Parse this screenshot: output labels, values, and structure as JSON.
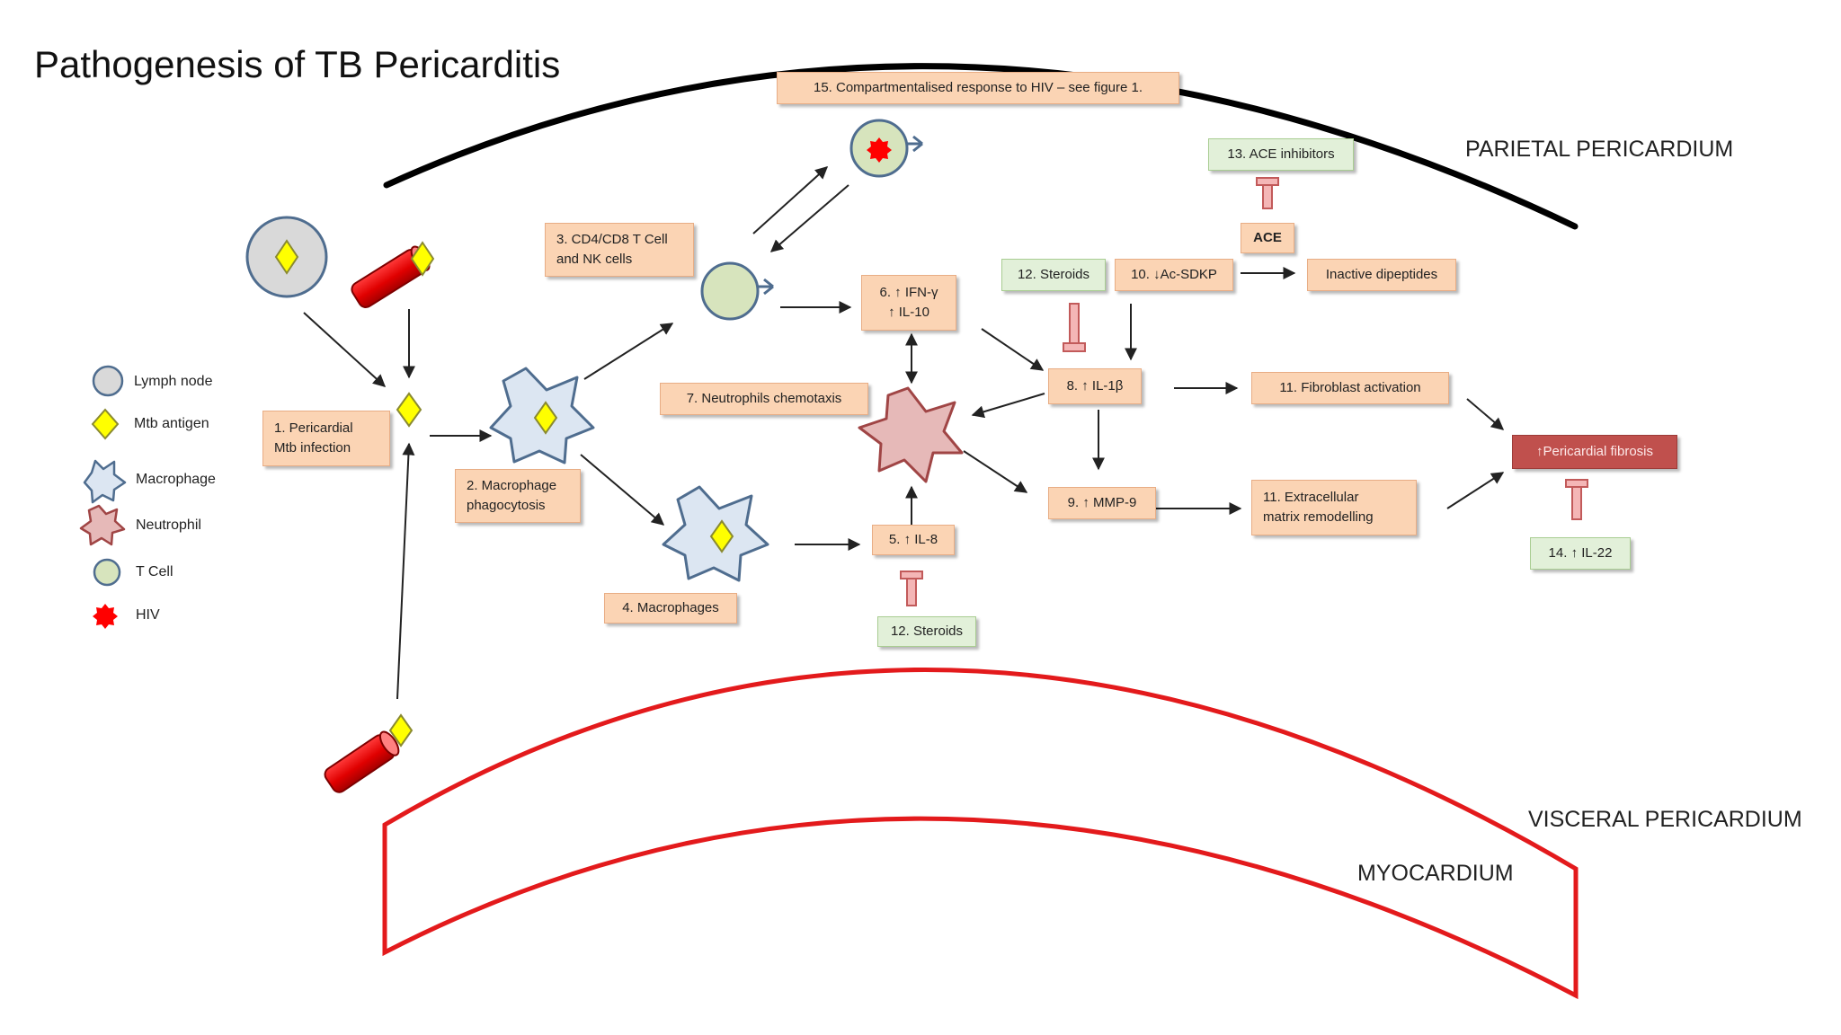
{
  "title": "Pathogenesis of TB Pericarditis",
  "regions": {
    "parietal": "PARIETAL PERICARDIUM",
    "visceral": "VISCERAL PERICARDIUM",
    "myocardium": "MYOCARDIUM"
  },
  "legend": [
    {
      "icon": "lymph-node-icon",
      "label": "Lymph node"
    },
    {
      "icon": "mtb-antigen-icon",
      "label": "Mtb antigen"
    },
    {
      "icon": "macrophage-icon",
      "label": "Macrophage"
    },
    {
      "icon": "neutrophil-icon",
      "label": "Neutrophil"
    },
    {
      "icon": "t-cell-icon",
      "label": "T Cell"
    },
    {
      "icon": "hiv-icon",
      "label": "HIV"
    }
  ],
  "boxes": {
    "b1": "1. Pericardial\nMtb infection",
    "b2": "2. Macrophage\nphagocytosis",
    "b3": "3. CD4/CD8 T Cell\nand NK cells",
    "b4": "4. Macrophages",
    "b5": "5. ↑ IL-8",
    "b6": "6. ↑ IFN-γ\n↑ IL-10",
    "b7": "7. Neutrophils chemotaxis",
    "b8": "8. ↑ IL-1β",
    "b9": "9. ↑ MMP-9",
    "b10": "10. ↓Ac-SDKP",
    "b11a": "11. Fibroblast activation",
    "b11b": "11. Extracellular\nmatrix remodelling",
    "b12a": "12. Steroids",
    "b12b": "12. Steroids",
    "b13": "13. ACE inhibitors",
    "ace": "ACE",
    "dipeptides": "Inactive dipeptides",
    "b14": "14. ↑ IL-22",
    "b15": "15. Compartmentalised response to HIV – see figure 1.",
    "fibrosis": "↑Pericardial fibrosis"
  },
  "colors": {
    "box_orange": "#fbd4b4",
    "box_green": "#e2f0d9",
    "fibrosis_red": "#c0504d",
    "antigen_yellow": "#ffff00",
    "macrophage_blue": "#dce6f2",
    "neutrophil_pink": "#e6b9b8",
    "t_cell_green": "#d7e4bd",
    "lymph_node_grey": "#d9d9d9",
    "hiv_red": "#ff0000",
    "visceral_line": "#e31a1c",
    "parietal_line": "#000000",
    "inhibitor_pink": "#f4b6b6"
  }
}
